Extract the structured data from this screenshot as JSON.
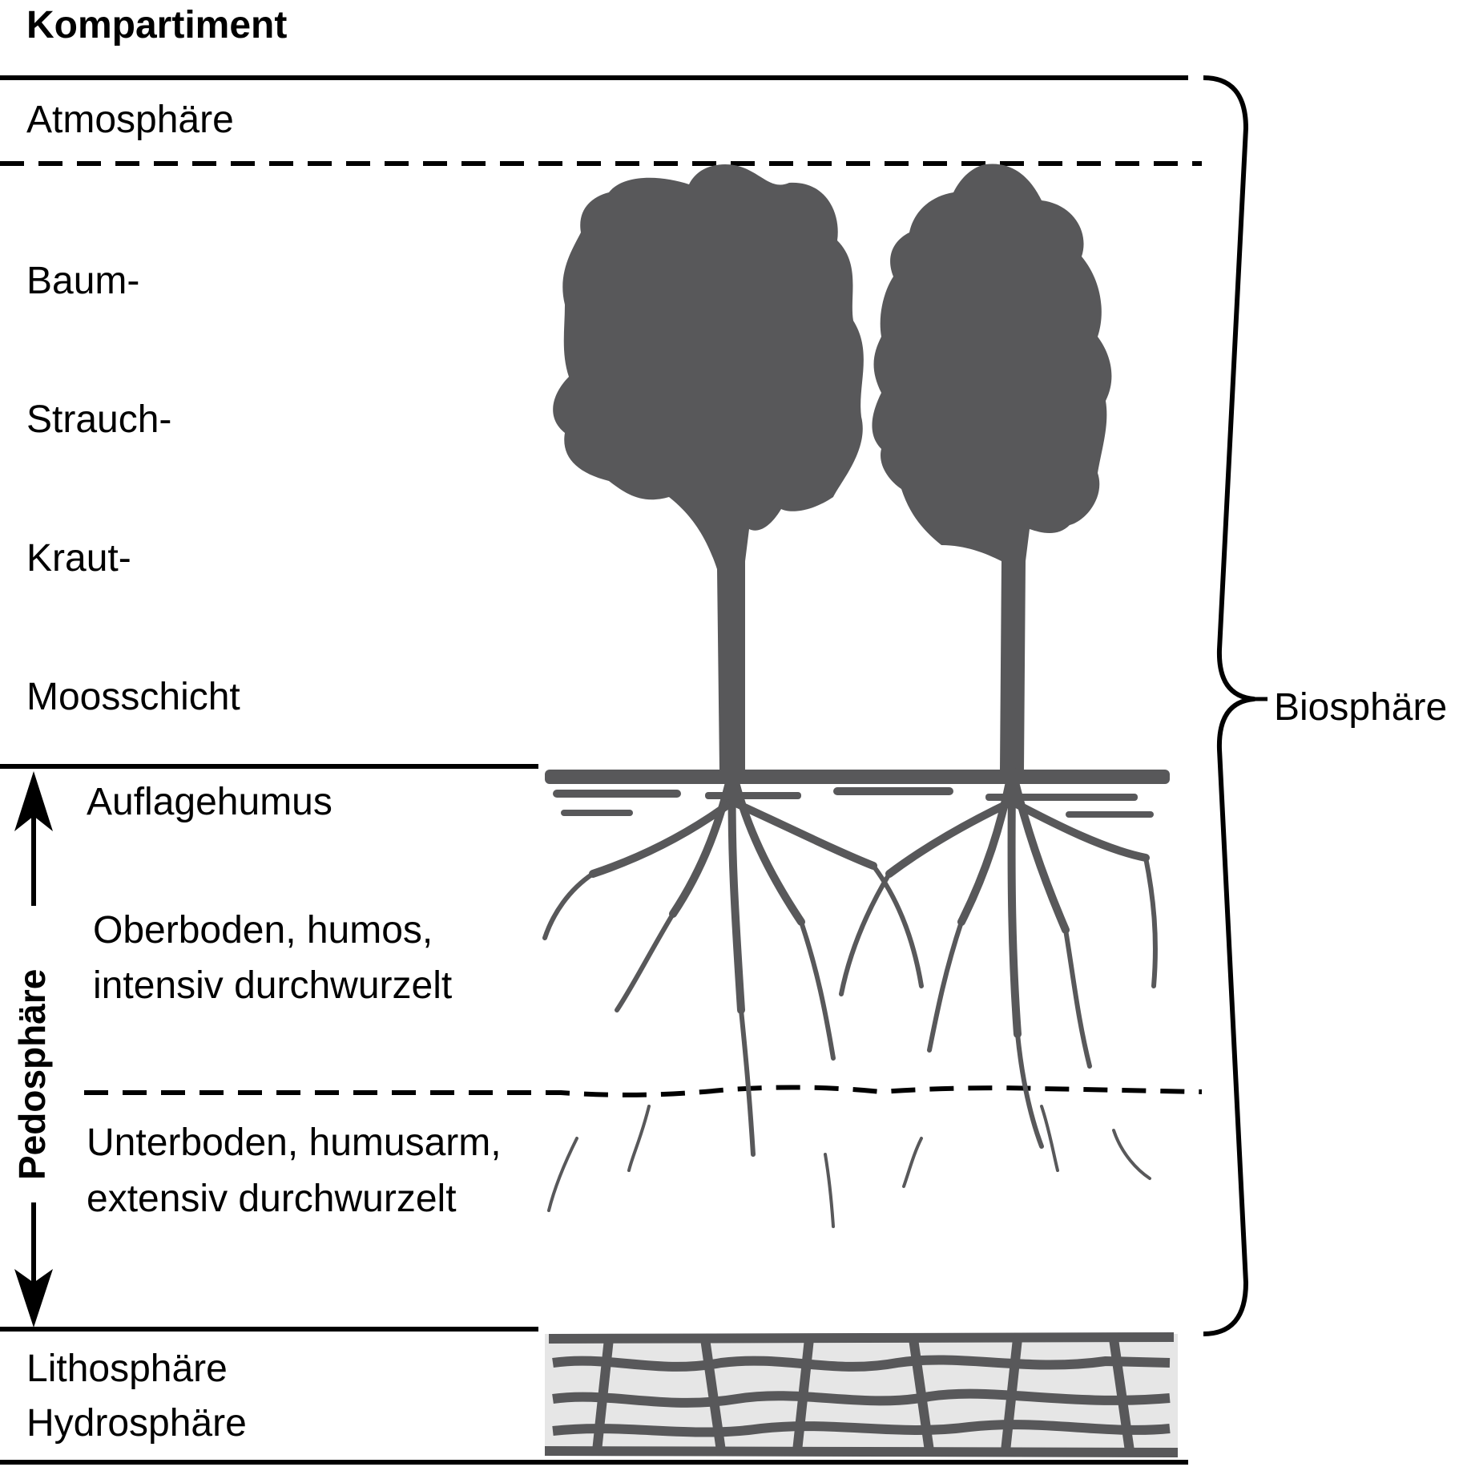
{
  "header": {
    "title": "Kompartiment"
  },
  "layers": {
    "atmosphere": "Atmosphäre",
    "tree": "Baum-",
    "shrub": "Strauch-",
    "herb": "Kraut-",
    "moss": "Moosschicht",
    "litter": "Auflagehumus",
    "topsoil_1": "Oberboden, humos,",
    "topsoil_2": "intensiv durchwurzelt",
    "subsoil_1": "Unterboden, humusarm,",
    "subsoil_2": "extensiv durchwurzelt",
    "litho": "Lithosphäre",
    "hydro": "Hydrosphäre"
  },
  "brace": {
    "label": "Biosphäre"
  },
  "pedo": {
    "label": "Pedosphäre"
  },
  "colors": {
    "ink": "#000000",
    "silhouette": "#58585a"
  }
}
